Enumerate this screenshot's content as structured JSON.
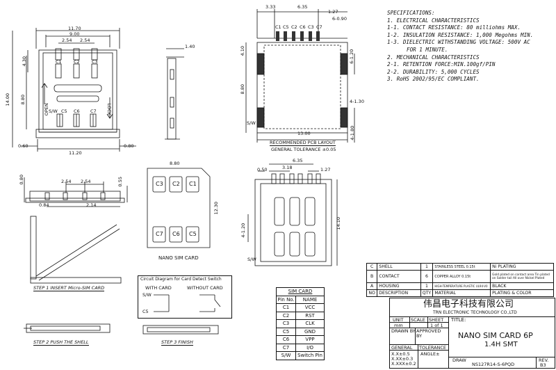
{
  "specifications": {
    "title": "SPECIFICATIONS:",
    "lines": [
      "1. ELECTRICAL CHARACTERISTICS",
      "1-1. CONTACT RESISTANCE: 80 milliohms   MAX.",
      "1-2. INSULATION RESISTANCE: 1,000 Megohms MIN.",
      "1-3. DIELECTRIC WITHSTANDING VOLTAGE: 500V AC",
      "FOR 1 MINUTE.",
      "2. MECHANICAL CHARACTERISTICS",
      "2-1. RETENTION FORCE:MIN.100gf/PIN",
      "2-2. DURABILITY: 5,000 CYCLES",
      "3. RoHS 2002/95/EC COMPLIANT."
    ]
  },
  "top_view": {
    "dims": [
      "11.70",
      "9.00",
      "2.54",
      "2.54",
      "14.00",
      "8.80",
      "4.30",
      "0.60",
      "11.20",
      "0.80"
    ],
    "contacts_top": [
      "C1",
      "C2",
      "C3"
    ],
    "contacts_bottom": [
      "C5",
      "C6",
      "C7"
    ],
    "labels": [
      "OPEN",
      "LOCK",
      "S/W"
    ]
  },
  "side_view": {
    "dims": [
      "1.40"
    ]
  },
  "pcb_layout": {
    "dims_top": [
      "3.33",
      "6.35",
      "1.27",
      "6-0.90"
    ],
    "dims_side": [
      "4.10",
      "8.80",
      "13.00",
      "6-1.20",
      "4-1.30",
      "4-1.80"
    ],
    "contacts": [
      "C1",
      "C5",
      "C2",
      "C6",
      "C3",
      "C7"
    ],
    "sw_label": "S/W",
    "caption": "RECOMMENDED PCB LAYOUT",
    "tolerance": "GENERAL TOLERANCE ±0.05"
  },
  "front_view": {
    "dims": [
      "2.54",
      "2.54",
      "0.80",
      "0.55",
      "0.84",
      "2.14"
    ]
  },
  "nano_sim": {
    "width": "8.80",
    "height": "12.30",
    "top_row": [
      "C3",
      "C2",
      "C1"
    ],
    "bottom_row": [
      "C7",
      "C6",
      "C5"
    ],
    "caption": "NANO SIM CARD"
  },
  "bottom_view": {
    "dims": [
      "6.35",
      "0.50",
      "3.18",
      "1.27",
      "4-1.20",
      "14.10"
    ],
    "sw_label": "S/W"
  },
  "steps": [
    "STEP 1  INSERT Micro-SIM CARD",
    "STEP 2  PUSH THE SHELL",
    "STEP 3  FINISH"
  ],
  "circuit": {
    "title": "Circuit Diagram for Card Detect Switch",
    "with_card": "WITH CARD",
    "without_card": "WITHOUT CARD",
    "sw": "S/W",
    "c5": "C5"
  },
  "sim_card_table": {
    "title": "SIM CARD",
    "headers": [
      "Pin No.",
      "NAME"
    ],
    "rows": [
      [
        "C1",
        "VCC"
      ],
      [
        "C2",
        "RST"
      ],
      [
        "C3",
        "CLK"
      ],
      [
        "C5",
        "GND"
      ],
      [
        "C6",
        "VPP"
      ],
      [
        "C7",
        "I/O"
      ],
      [
        "S/W",
        "Switch Pin"
      ]
    ]
  },
  "bom": {
    "rows": [
      [
        "C",
        "SHELL",
        "1",
        "STAINLESS STEEL 0.15t",
        "Ni PLATING"
      ],
      [
        "B",
        "CONTACT",
        "6",
        "COPPER ALLOY 0.15t",
        "Gold plated on contact area Tin plated on Solder tail All over Nickel Plated"
      ],
      [
        "A",
        "HOUSING",
        "1",
        "HIGH-TEMPERATURE PLASTIC UL94-V0",
        "BLACK"
      ],
      [
        "NO",
        "DESCRIPTION",
        "QTY",
        "MATERIAL",
        "PLATING & COLOR"
      ]
    ]
  },
  "title_block": {
    "company_cn": "伟昌电子科技有限公司",
    "company_en": "TRN ELECTRONIC TECHNOLOGY CO.,LTD",
    "unit_label": "UNIT",
    "unit": "mm",
    "scale_label": "SCALE",
    "sheet_label": "SHEET",
    "sheet": "1 of 1",
    "title_label": "TITLE:",
    "title_line1": "NANO SIM CARD 6P",
    "title_line2": "1.4H SMT",
    "drawn_by": "DRAWN BY",
    "approved_by": "APPROVED BY",
    "general": "GENERAL",
    "tolerance": "TOLERANCE",
    "tol1": "X.X±0.5",
    "tol2": "X.XX±0.3",
    "tol3": "X.XXX±0.2",
    "angle": "ANGLE±",
    "draw_label": "DRAW",
    "draw_no": "NS127R14-S-6PQD",
    "rev_label": "REV.",
    "rev": "B3"
  }
}
